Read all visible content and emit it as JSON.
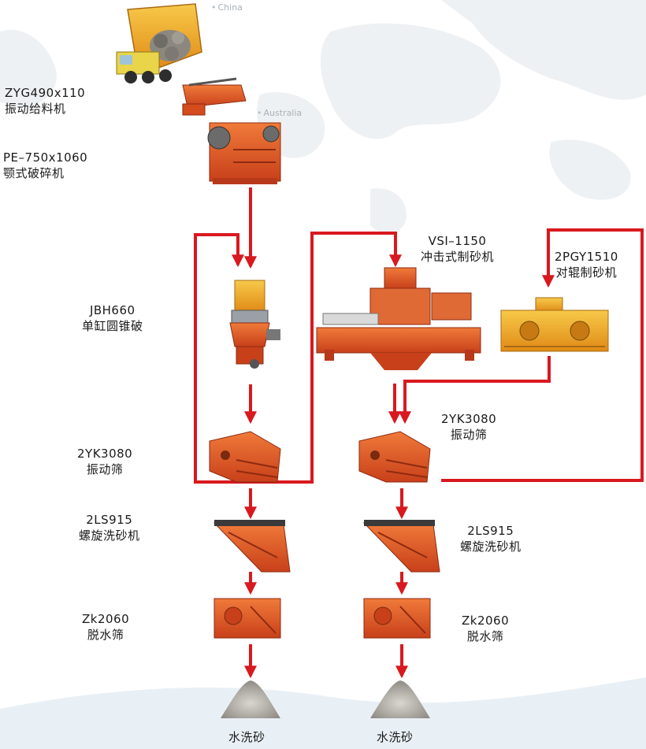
{
  "map_labels": {
    "china": "China",
    "australia": "Australia"
  },
  "colors": {
    "flow_line": "#d8191f",
    "machine_orange": "#e4581f",
    "machine_yellow": "#f0b429",
    "label_text": "#1a1a1a"
  },
  "machines": {
    "feeder": {
      "model": "ZYG490x110",
      "name": "振动给料机"
    },
    "jaw_crusher": {
      "model": "PE–750x1060",
      "name": "颚式破碎机"
    },
    "cone_crusher": {
      "model": "JBH660",
      "name": "单缸圆锥破"
    },
    "vsi": {
      "model": "VSI–1150",
      "name": "冲击式制砂机"
    },
    "roller": {
      "model": "2PGY1510",
      "name": "对辊制砂机"
    },
    "screen_left": {
      "model": "2YK3080",
      "name": "振动筛"
    },
    "screen_right": {
      "model": "2YK3080",
      "name": "振动筛"
    },
    "washer_left": {
      "model": "2LS915",
      "name": "螺旋洗砂机"
    },
    "washer_right": {
      "model": "2LS915",
      "name": "螺旋洗砂机"
    },
    "dewater_left": {
      "model": "Zk2060",
      "name": "脱水筛"
    },
    "dewater_right": {
      "model": "Zk2060",
      "name": "脱水筛"
    }
  },
  "outputs": {
    "left": "水洗砂",
    "right": "水洗砂"
  }
}
